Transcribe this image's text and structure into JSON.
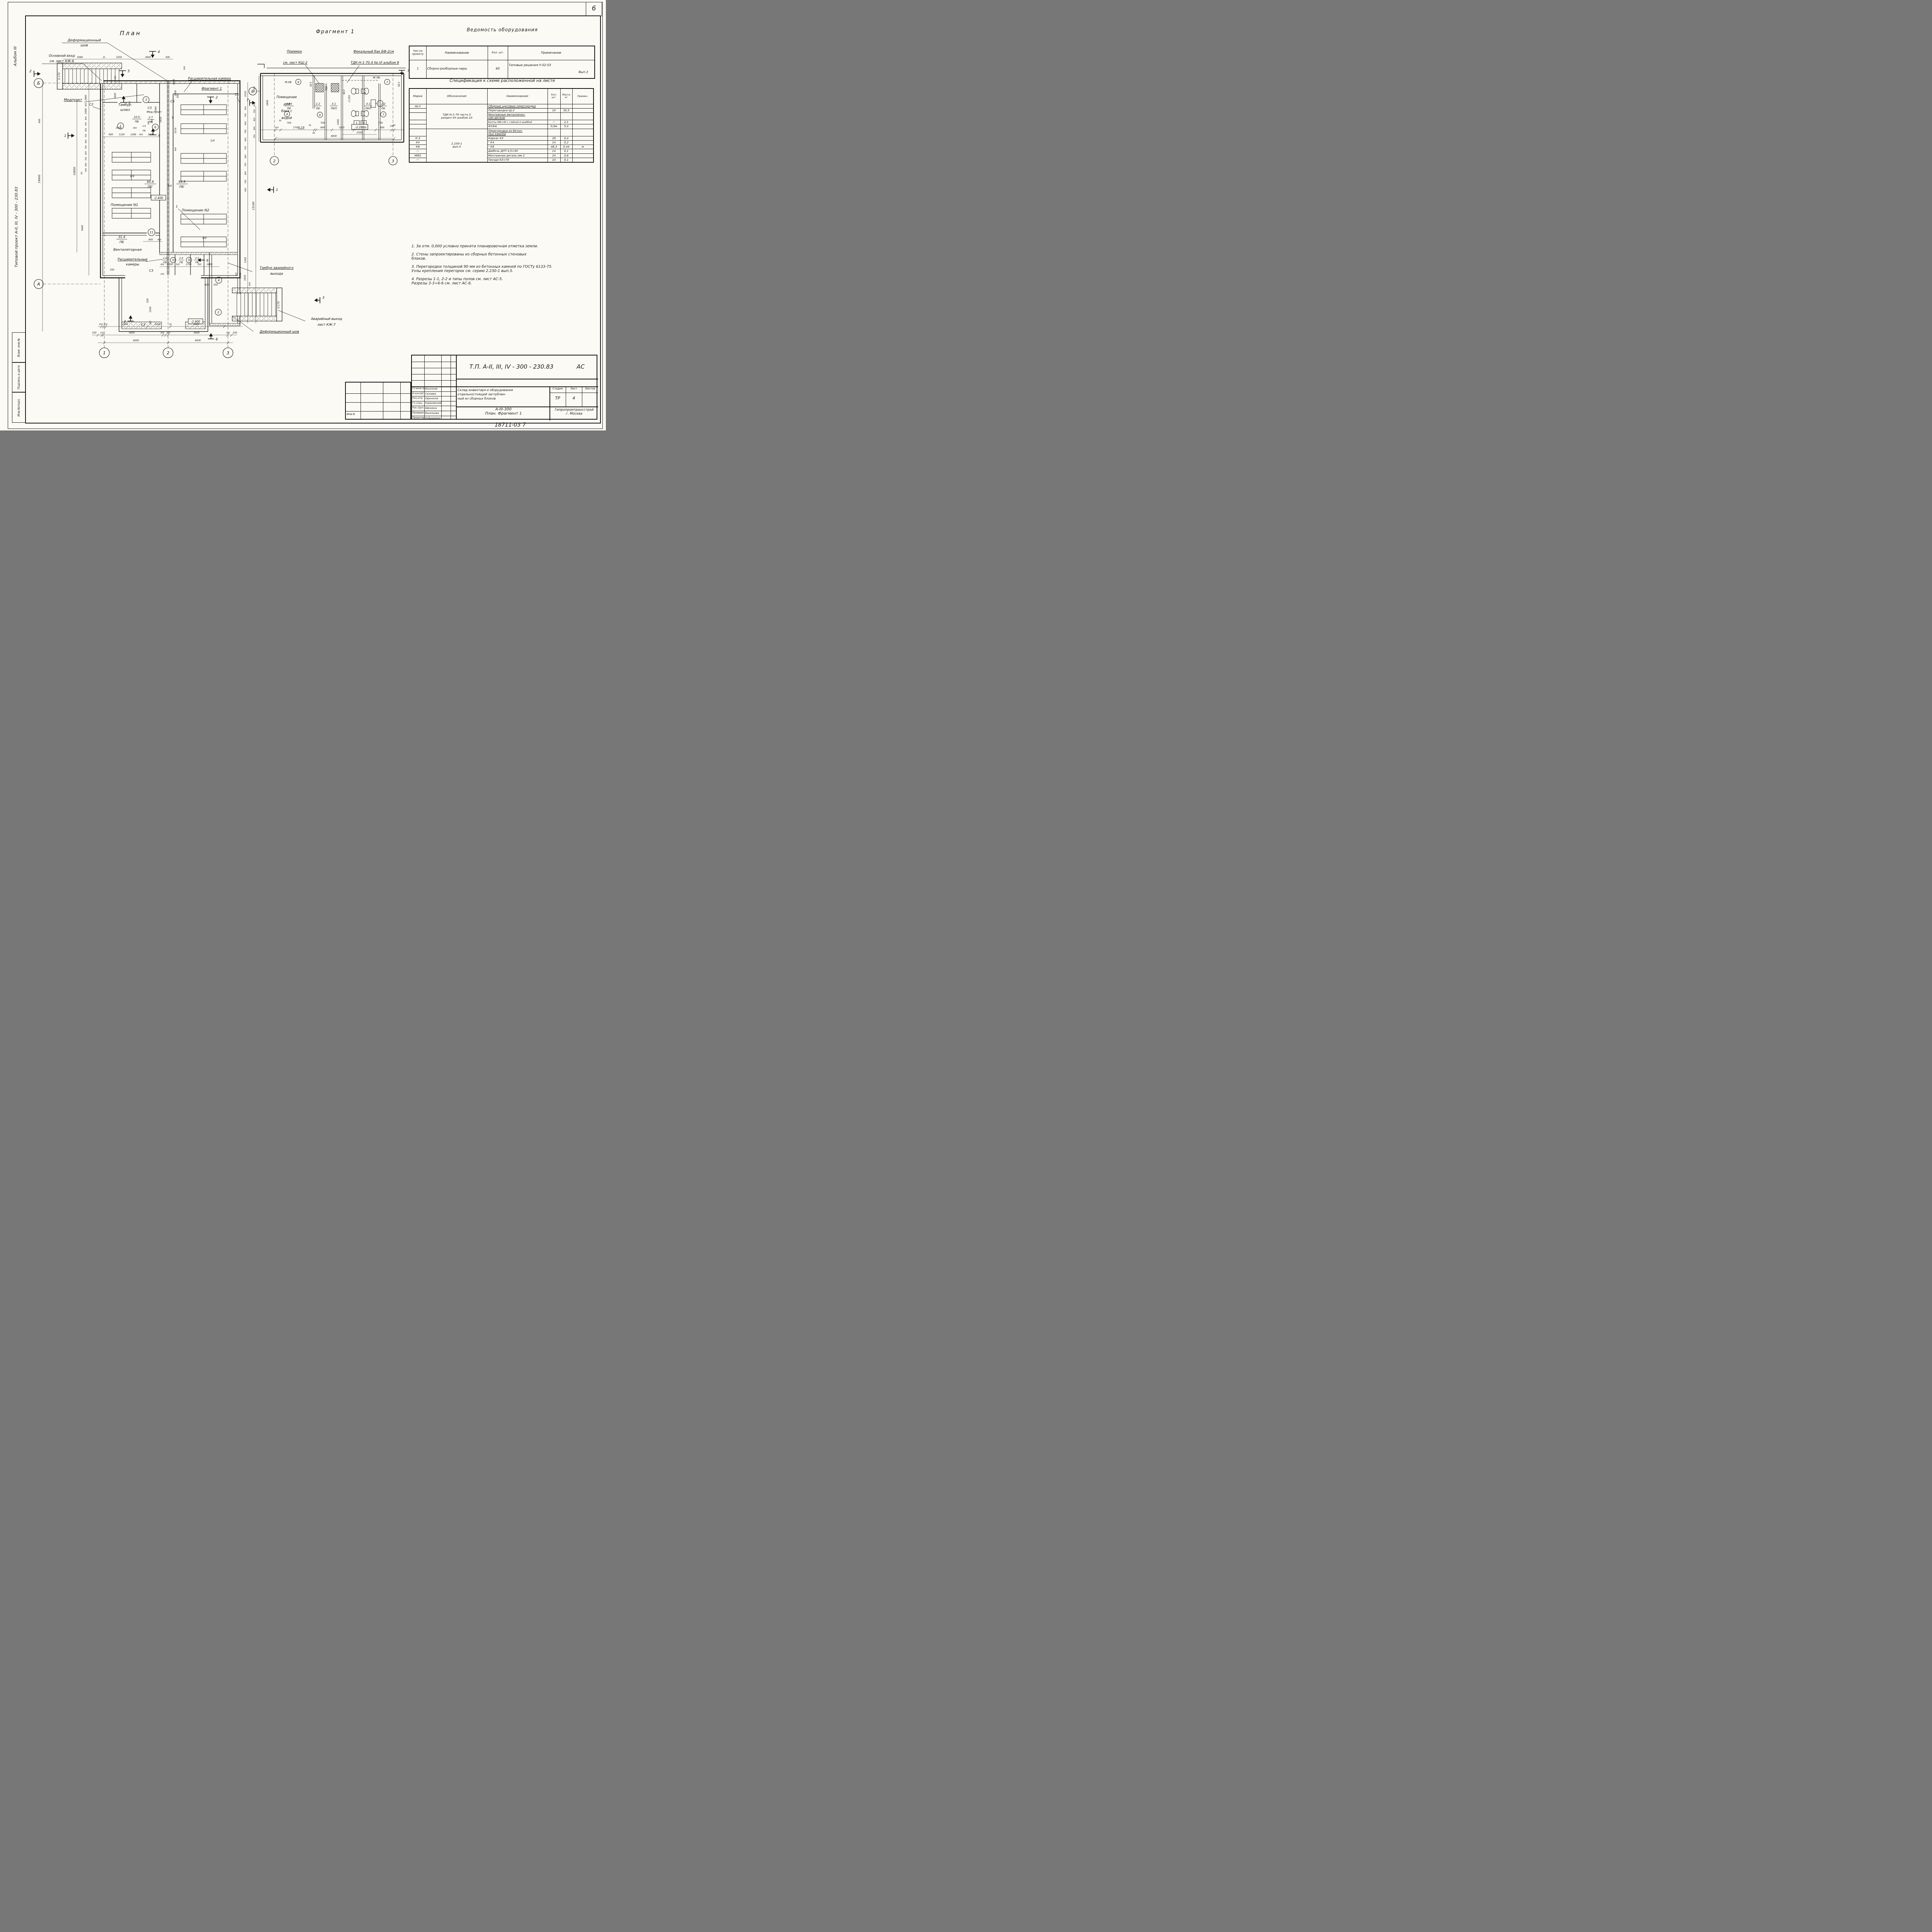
{
  "page": {
    "num": "6",
    "footer": "18711-03  7"
  },
  "rail": {
    "album": "Альбом III",
    "project": "Типовой проект   А-II, III, IV - 300 - 230.83",
    "box1": "Взам. инв.№",
    "box2": "Подпись и дата",
    "box3": "Инв.№подл."
  },
  "eq": {
    "title": "Ведомость оборудования",
    "h": [
      "Тип по проекту",
      "Наименование",
      "Кол. шт.",
      "Примечание"
    ],
    "r0": [
      "1",
      "Сборно-разборные нары",
      "60"
    ],
    "note1": "Типовые решения У-02-03",
    "note2": "Вып.3"
  },
  "spec": {
    "title": "Спецификация к схеме расположенной  на листе",
    "h": [
      "Марка",
      "Обозначение",
      "Наименование",
      "Кол. шт.",
      "Масса кг",
      "Примеч."
    ],
    "ob1": "ТДК-Н-1-70 часть II\nраздел VII альбом 10",
    "ob2": "2.230-1\nвып.5",
    "rows": [
      [
        "Щ-2",
        "Сборные щитовые перегородки",
        "",
        "",
        ""
      ],
      [
        "",
        "Перегородка  Щ-2",
        "10",
        "30,5",
        ""
      ],
      [
        "",
        "Монтажные металличес-\nкие детали",
        "",
        "",
        ""
      ],
      [
        "",
        "Болты М8×40 с гайкой и шайбой",
        "—",
        "2,1",
        ""
      ],
      [
        "",
        "Ф16АI",
        "0,6м",
        "5,4",
        ""
      ],
      [
        "",
        "Перегородки из бетон-\nных камней",
        "",
        "",
        ""
      ],
      [
        "К-3",
        "Каркас К3",
        "28",
        "0,4",
        ""
      ],
      [
        "К4",
        "\"    К4",
        "14",
        "0,2",
        ""
      ],
      [
        "К6",
        "\"    К6",
        "48,3",
        "0,44",
        "м"
      ],
      [
        "—",
        "Дюбель ДГП 4,5×50",
        "14",
        "0,1",
        ""
      ],
      [
        "ММ2",
        "Монтажная деталь мм 2",
        "24",
        "0,6",
        ""
      ],
      [
        "—",
        "Гвозди К3×70",
        "10",
        "0,1",
        ""
      ]
    ]
  },
  "notes": {
    "items": [
      "1.  За отм. 0,000 условно принята планировочная отметка земли.",
      "2.  Стены запроектированы из сборных бетонных стеновых\n      блоков.",
      "3.  Перегородки толщиной 90 мм из бетонных камней по ГОСТу 6133-75.\n      Узлы крепления перегорок см. серию 2.230-1 вып.5.",
      "4.  Разрезы 1-1, 2-2 и типы полов см. лист АС-5.\n      Разрезы 3-3÷6-6 см. лист АС-6."
    ]
  },
  "tb": {
    "doc": "Т.П. А-II, III, IV - 300 - 230.83",
    "code": "АС",
    "roles": [
      {
        "r": "Гл.инж.пр.",
        "n": "Васильев"
      },
      {
        "r": "Н.контрСС",
        "n": "Силаева"
      },
      {
        "r": "Нач.отд.",
        "n": "Одиноков"
      },
      {
        "r": "Гл.спец.",
        "n": "Кореневский"
      },
      {
        "r": "Рук.груп.",
        "n": "Афонина"
      },
      {
        "r": "Проверил",
        "n": "Васильева"
      },
      {
        "r": "Проектир.",
        "n": "Кубышкина"
      }
    ],
    "object": "Склад инвентаря и оборудования\nотдельностоящий  заглублен-\nный из сборных  блоков",
    "stage_l": "Стадия",
    "sheet_l": "Лист",
    "sheets_l": "Листов",
    "stage": "ТР",
    "sheet": "4",
    "sheets": "",
    "name1": "А-III-300",
    "name2": "План. Фрагмент 1",
    "org1": "Гипропромтрансстрой",
    "org2": "г. Москва",
    "inv": "Инв.N"
  },
  "plan": {
    "title": "План",
    "l": {
      "deform1": "Деформационный",
      "deform2": "шов",
      "entry1": "Основной вход",
      "entry2": "см. лист КЖ-6",
      "med": "Медпункт",
      "tambur1": "Тамбур-",
      "tambur2": "шлюз",
      "a100": "10.0",
      "pb": "ПБ",
      "pbp": "ПБ'",
      "pk": "ПК",
      "medroom": "Мед.пункт",
      "a27": "2.7",
      "a28": "2.8",
      "expcam": "Расширительная камера",
      "fragref": "Фрагмент 1",
      "c1": "С1",
      "c2": "С2",
      "c3": "С3",
      "room1": "Помещение N1",
      "room2": "Помещение N2",
      "a608": "60.8",
      "a849": "84.9",
      "vent": "Вентиляторная",
      "a314": "31.4",
      "expm1": "Расширительные",
      "expm2": "камеры",
      "a26": "2.6",
      "a25": "2.5",
      "e24": "-2.400",
      "e017": "0.170",
      "temerg1": "Тамбур аварийного",
      "temerg2": "выхода",
      "exit1": "Аварийный выход",
      "exit2": "лист КЖ-7",
      "deformb": "Деформационный шов",
      "q": "1/4",
      "one": "1"
    },
    "ax": {
      "a": "А",
      "b": "Б",
      "n1": "1",
      "n2": "2",
      "n3": "3"
    },
    "nd": {
      "n1": "1",
      "n2": "2",
      "n3": "3",
      "n4": "4",
      "n5": "5",
      "n6": "6",
      "n11": "11"
    },
    "sec": {
      "s1": "1",
      "s2": "2",
      "s3": "3",
      "s4": "4",
      "s5": "5",
      "s6": "6"
    },
    "d": {
      "t1": "5060",
      "t2": "20",
      "t3": "3250",
      "t4": "2900",
      "t5": "400",
      "bot1": [
        "200",
        "200",
        "3950",
        "2200",
        "20",
        "5060"
      ],
      "bot2": [
        "350",
        "150",
        "5600",
        "250",
        "250",
        "5600",
        "150",
        "350"
      ],
      "bot3": [
        "6000",
        "6000"
      ],
      "lc": [
        "2960",
        "400",
        "2400",
        "900",
        "700",
        "900",
        "700",
        "900",
        "700",
        "900",
        "700",
        "900",
        "450",
        "90"
      ],
      "rc": [
        "2210",
        "450",
        "700",
        "900",
        "700",
        "900",
        "700",
        "900",
        "700",
        "900",
        "700",
        "900"
      ],
      "ov1": "19900",
      "ov2": "10850",
      "ov3": "15160",
      "ov4": "5600",
      "r900": "900",
      "r1220": "1220",
      "r1280": "1280",
      "r400": "400",
      "r1800": "1800",
      "r90": "90",
      "v300": "300",
      "v1800": "1800",
      "v600": "600",
      "m3400": "3400",
      "m400": "400",
      "v160": "160",
      "v800": "800",
      "v2800": "2800",
      "v90": "90",
      "v2110": "2110",
      "v900": "900",
      "v1410": "1410",
      "v1560": "1560",
      "v1900": "1900",
      "v400b": "400",
      "v500": "500",
      "n950": "950",
      "n400": "400",
      "n350": "350",
      "n100": "100",
      "ec": [
        "400",
        "1200",
        "300",
        "1700",
        "300",
        "1600"
      ],
      "n800": "800",
      "n350b": "350",
      "v1300": "1300",
      "v400c": "400",
      "v500b": "500",
      "v300b": "300",
      "v1550": "1550",
      "v1850": "1850",
      "v600b": "600",
      "v1300b": "1300"
    }
  },
  "frag": {
    "l": {
      "title": "Фрагмент 1",
      "pr1": "Приямок",
      "pr2": "см. лист КШ-2",
      "fb1": "Фекальный бак БФ-2см",
      "fb2": "ТДК-Н-1-70.4 IIр.VI альбом 8",
      "p1": "Помещение",
      "p2": "для",
      "p3": "бака с",
      "p4": "водой",
      "mub": "М.УБ",
      "jub": "Ж.УБ.",
      "sch": "Щ-2",
      "a480": "4.80",
      "a22": "2.2",
      "a31": "3.1",
      "pk": "ПК",
      "pkp": "ПКП",
      "e2220": "-2.220",
      "e2250": "-2.250",
      "slope": "1:19"
    },
    "ax": {
      "b": "Б",
      "n2": "2",
      "n3": "3"
    },
    "nd": {
      "n7": "7",
      "n8": "8"
    },
    "sec": {
      "s7": "7"
    },
    "d": {
      "chain": [
        "250",
        "1700",
        "90",
        "800",
        "1105",
        "1105",
        "800",
        "150"
      ],
      "ov": "6000",
      "lc": [
        "2210",
        "450",
        "700",
        "900",
        "900",
        "700"
      ],
      "v2800": "2800",
      "n700": "700",
      "n50": "50",
      "v1000": "1000",
      "n1500": "1500"
    }
  }
}
